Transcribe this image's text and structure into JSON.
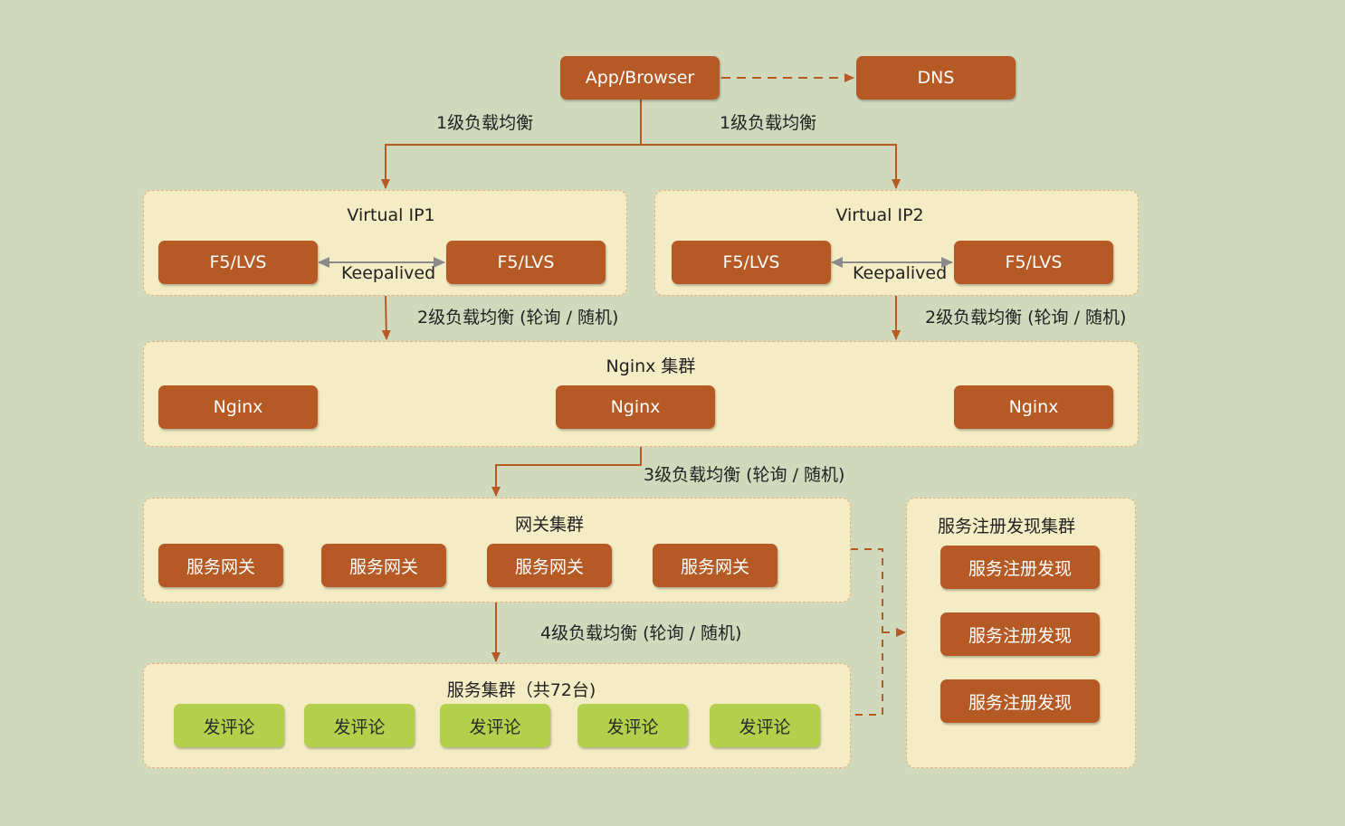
{
  "top": {
    "app": "App/Browser",
    "dns": "DNS"
  },
  "lb": {
    "level1_left": "1级负载均衡",
    "level1_right": "1级负载均衡",
    "level2_left": "2级负载均衡 (轮询 / 随机)",
    "level2_right": "2级负载均衡 (轮询 / 随机)",
    "level3": "3级负载均衡 (轮询 / 随机)",
    "level4": "4级负载均衡 (轮询 / 随机)"
  },
  "vip1": {
    "title": "Virtual IP1",
    "node_a": "F5/LVS",
    "node_b": "F5/LVS",
    "link": "Keepalived"
  },
  "vip2": {
    "title": "Virtual IP2",
    "node_a": "F5/LVS",
    "node_b": "F5/LVS",
    "link": "Keepalived"
  },
  "nginx": {
    "title": "Nginx 集群",
    "nodes": [
      "Nginx",
      "Nginx",
      "Nginx"
    ]
  },
  "gateway": {
    "title": "网关集群",
    "nodes": [
      "服务网关",
      "服务网关",
      "服务网关",
      "服务网关"
    ]
  },
  "service": {
    "title": "服务集群（共72台)",
    "nodes": [
      "发评论",
      "发评论",
      "发评论",
      "发评论",
      "发评论"
    ]
  },
  "registry": {
    "title": "服务注册发现集群",
    "nodes": [
      "服务注册发现",
      "服务注册发现",
      "服务注册发现"
    ]
  },
  "colors": {
    "background": "#d0d9bc",
    "group_fill": "#f3ecc4",
    "node_brown": "#b55a25",
    "node_green": "#b3d04c",
    "arrow": "#b55a25",
    "keepalived_arrow": "#8a8a8a"
  }
}
